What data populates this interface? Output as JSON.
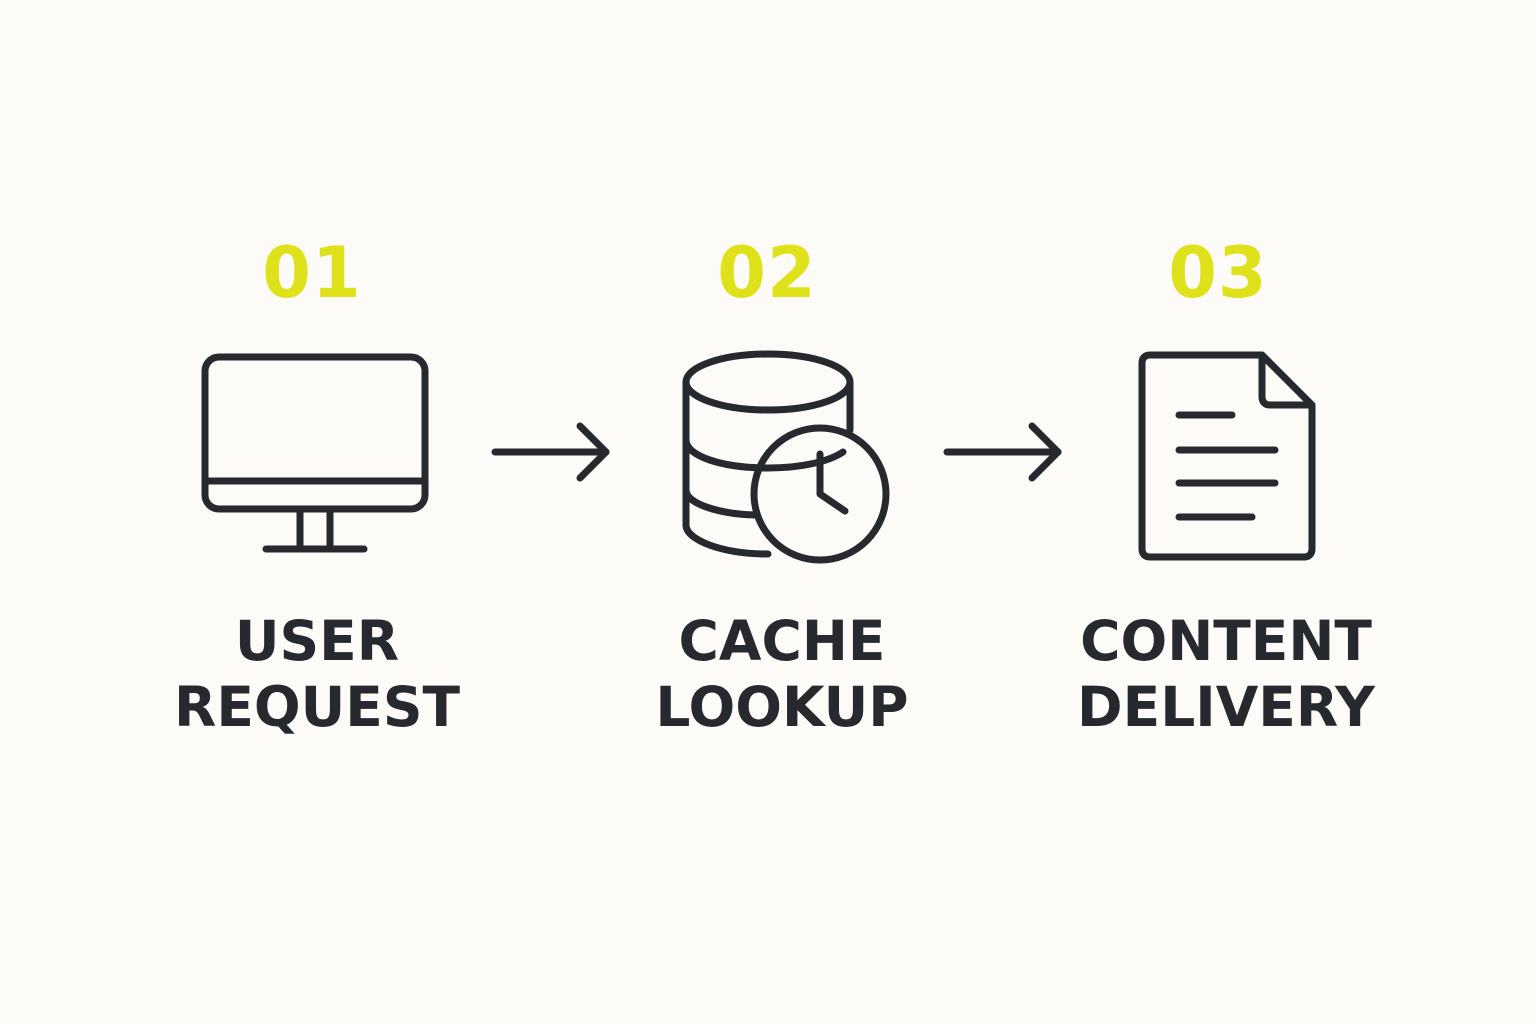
{
  "steps": [
    {
      "number": "01",
      "label_line1": "USER",
      "label_line2": "REQUEST",
      "icon": "monitor-icon"
    },
    {
      "number": "02",
      "label_line1": "CACHE",
      "label_line2": "LOOKUP",
      "icon": "database-clock-icon"
    },
    {
      "number": "03",
      "label_line1": "CONTENT",
      "label_line2": "DELIVERY",
      "icon": "document-icon"
    }
  ],
  "colors": {
    "accent": "#dfe21a",
    "ink": "#262a2e",
    "background": "#fcfbf7"
  }
}
